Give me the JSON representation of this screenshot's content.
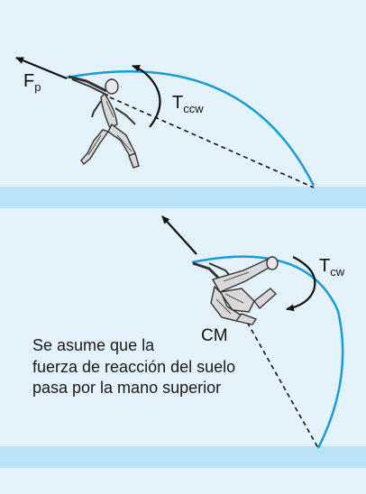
{
  "top_panel": {
    "force_label": "F",
    "force_sub": "p",
    "torque_label": "T",
    "torque_sub": "ccw"
  },
  "bottom_panel": {
    "torque_label": "T",
    "torque_sub": "cw",
    "cm_label": "CM",
    "caption_lines": [
      "Se asume que la",
      "fuerza de reacción del suelo",
      "pasa por la mano superior"
    ]
  },
  "colors": {
    "background": "#e4f2fb",
    "floor": "#b9e3f6",
    "arc": "#1a9bd7",
    "ink": "#111111"
  }
}
